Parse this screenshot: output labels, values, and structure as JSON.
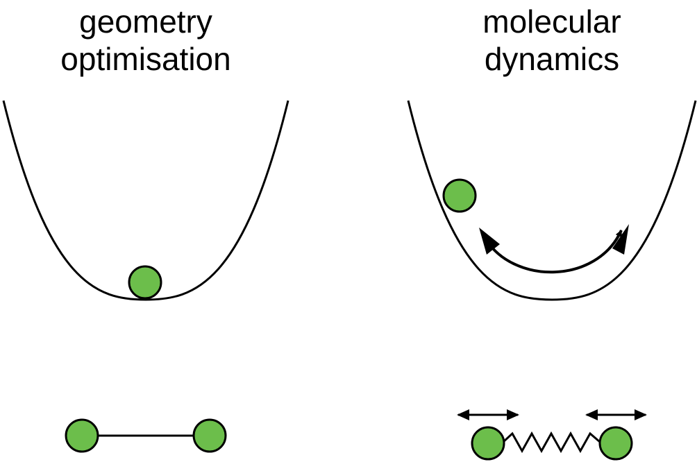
{
  "panels": {
    "left": {
      "title_line1": "geometry",
      "title_line2": "optimisation"
    },
    "right": {
      "title_line1": "molecular",
      "title_line2": "dynamics"
    }
  },
  "colors": {
    "ball": "#6cbe4b",
    "line": "#000000",
    "background": "#ffffff"
  }
}
